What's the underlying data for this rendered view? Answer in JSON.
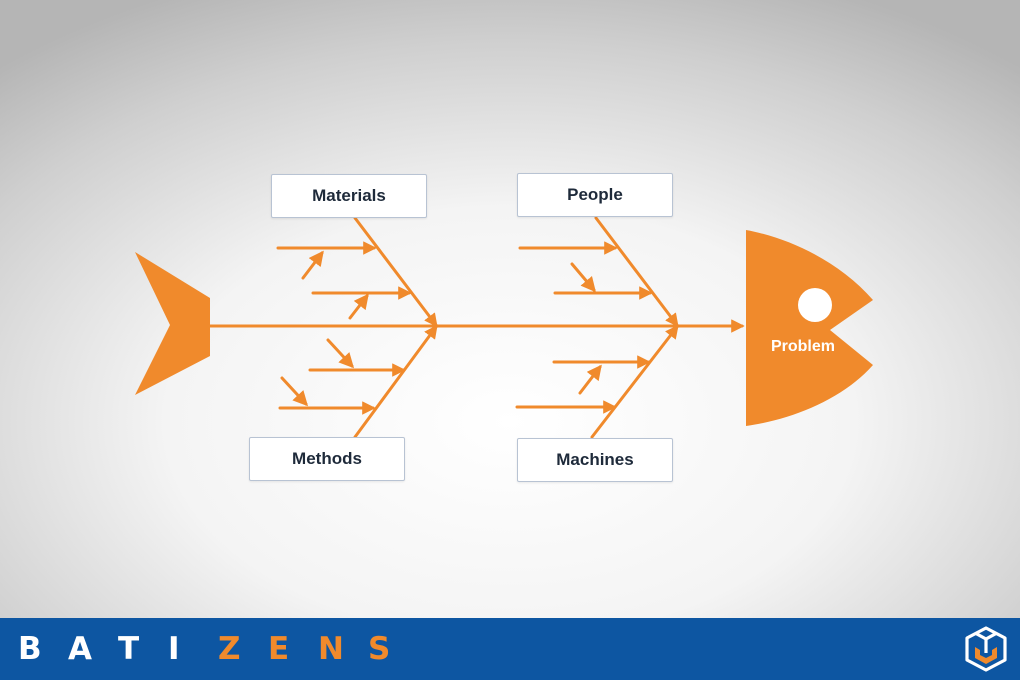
{
  "diagram": {
    "categories": {
      "top_left": "Materials",
      "top_right": "People",
      "bottom_left": "Methods",
      "bottom_right": "Machines"
    },
    "head_label": "Problem",
    "colors": {
      "accent": "#f08a2c",
      "box_border": "#b8c3d3",
      "box_text": "#1e2a3a"
    }
  },
  "footer": {
    "brand_letters": [
      "B",
      "A",
      "T",
      "I",
      "Z",
      "E",
      "N",
      "S"
    ],
    "brand_colors": {
      "primary": "#ffffff",
      "secondary": "#f08a2c"
    },
    "background": "#0d56a2",
    "logo_icon": "cube-icon"
  }
}
